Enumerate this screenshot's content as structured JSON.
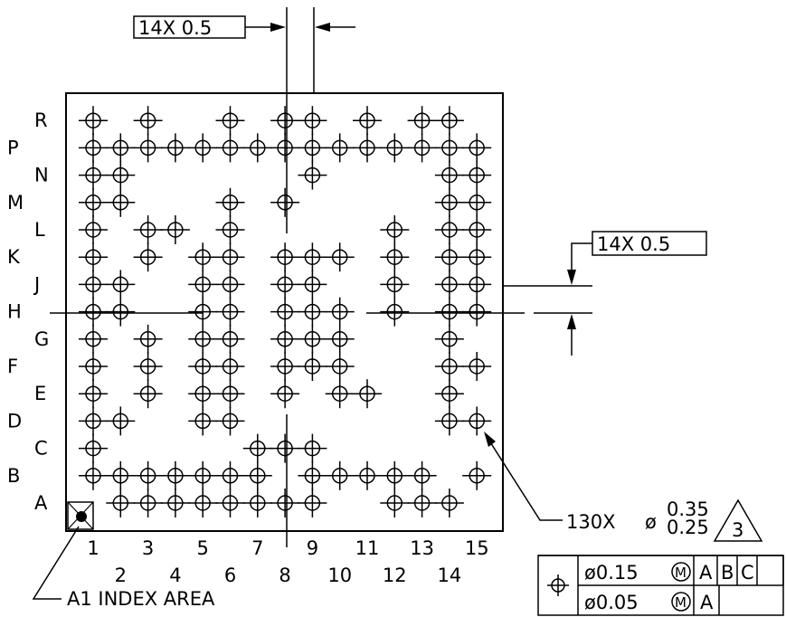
{
  "title": "",
  "rows": [
    "A",
    "B",
    "C",
    "D",
    "E",
    "F",
    "G",
    "H",
    "J",
    "K",
    "L",
    "M",
    "N",
    "P",
    "R"
  ],
  "columns_bottom_odd": [
    "1",
    "3",
    "5",
    "7",
    "9",
    "11",
    "13",
    "15"
  ],
  "columns_bottom_even": [
    "2",
    "4",
    "6",
    "8",
    "10",
    "12",
    "14"
  ],
  "balls": {
    "R": [
      1,
      3,
      6,
      8,
      9,
      11,
      13,
      14
    ],
    "P": [
      1,
      2,
      3,
      4,
      5,
      6,
      7,
      8,
      9,
      10,
      11,
      12,
      13,
      14,
      15
    ],
    "N": [
      1,
      2,
      9,
      14,
      15
    ],
    "M": [
      1,
      2,
      6,
      8,
      14,
      15
    ],
    "L": [
      1,
      3,
      4,
      6,
      12,
      14,
      15
    ],
    "K": [
      1,
      3,
      5,
      6,
      8,
      9,
      10,
      12,
      14,
      15
    ],
    "J": [
      1,
      2,
      5,
      6,
      8,
      9,
      12,
      14,
      15
    ],
    "H": [
      1,
      2,
      5,
      6,
      8,
      9,
      10,
      12,
      14,
      15
    ],
    "G": [
      1,
      3,
      5,
      6,
      8,
      9,
      10,
      14
    ],
    "F": [
      1,
      3,
      5,
      6,
      8,
      9,
      10,
      14,
      15
    ],
    "E": [
      1,
      3,
      5,
      6,
      8,
      10,
      11,
      14
    ],
    "D": [
      1,
      2,
      5,
      6,
      14,
      15
    ],
    "C": [
      1,
      7,
      8,
      9
    ],
    "B": [
      1,
      2,
      3,
      4,
      5,
      6,
      7,
      9,
      10,
      11,
      12,
      13,
      15
    ],
    "A": [
      2,
      3,
      4,
      5,
      6,
      7,
      8,
      9,
      12,
      13,
      14
    ]
  },
  "dims": {
    "pitch_x": "14X 0.5",
    "pitch_y": "14X 0.5",
    "ball_count": "130X",
    "ball_dia_symbol": "ø",
    "ball_dia_max": "0.35",
    "ball_dia_min": "0.25",
    "note_ref": "3"
  },
  "index_label": "A1 INDEX AREA",
  "fcf": {
    "symbol": "position",
    "row1": {
      "tol": "ø0.15",
      "modifier": "M",
      "refs": [
        "A",
        "B",
        "C"
      ]
    },
    "row2": {
      "tol": "ø0.05",
      "modifier": "M",
      "refs": [
        "A"
      ]
    }
  }
}
